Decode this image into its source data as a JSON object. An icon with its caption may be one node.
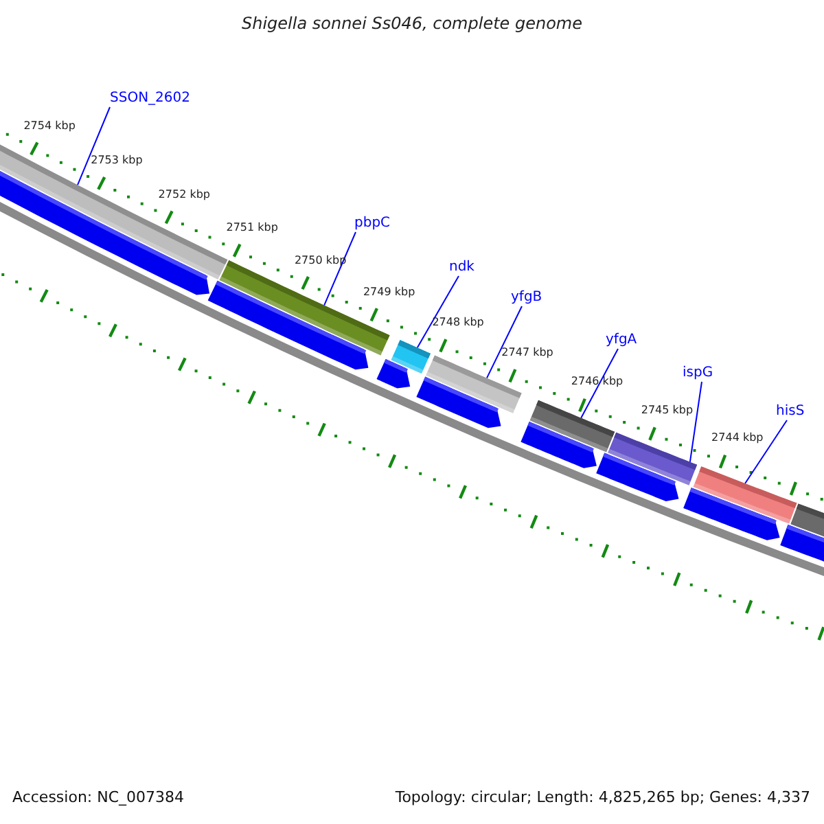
{
  "diagram": {
    "title": "Shigella sonnei Ss046, complete genome",
    "nodes": [
      {
        "text": [
          "SSON_2602"
        ]
      },
      {
        "text": [
          "pbpC"
        ]
      },
      {
        "text": [
          "ndk"
        ]
      },
      {
        "text": [
          "yfgB"
        ]
      },
      {
        "text": [
          "yfgA"
        ]
      },
      {
        "text": [
          "ispG"
        ]
      },
      {
        "text": [
          "hisS"
        ]
      },
      {
        "text": [],
        "shape": "bar"
      },
      {
        "text": [],
        "shape": "bar"
      },
      {
        "text": [],
        "shape": "bar"
      },
      {
        "text": [],
        "shape": "bar"
      },
      {
        "text": [],
        "shape": "bar"
      },
      {
        "text": [],
        "shape": "bar"
      },
      {
        "text": [],
        "shape": "bar"
      }
    ],
    "edges": [
      {
        "from": 0,
        "to": 7,
        "arrow": "none"
      },
      {
        "from": 1,
        "to": 8,
        "arrow": "none"
      },
      {
        "from": 2,
        "to": 9,
        "arrow": "none"
      },
      {
        "from": 3,
        "to": 10,
        "arrow": "none"
      },
      {
        "from": 4,
        "to": 11,
        "arrow": "none"
      },
      {
        "from": 5,
        "to": 12,
        "arrow": "none"
      },
      {
        "from": 6,
        "to": 13,
        "arrow": "none"
      }
    ],
    "labels": [
      "2754 kbp",
      "2753 kbp",
      "2752 kbp",
      "2751 kbp",
      "2750 kbp",
      "2749 kbp",
      "2748 kbp",
      "2747 kbp",
      "2746 kbp",
      "2745 kbp",
      "2744 kbp",
      "Accession: NC_007384",
      "Topology: circular; Length: 4,825,265 bp; Genes: 4,337"
    ]
  }
}
